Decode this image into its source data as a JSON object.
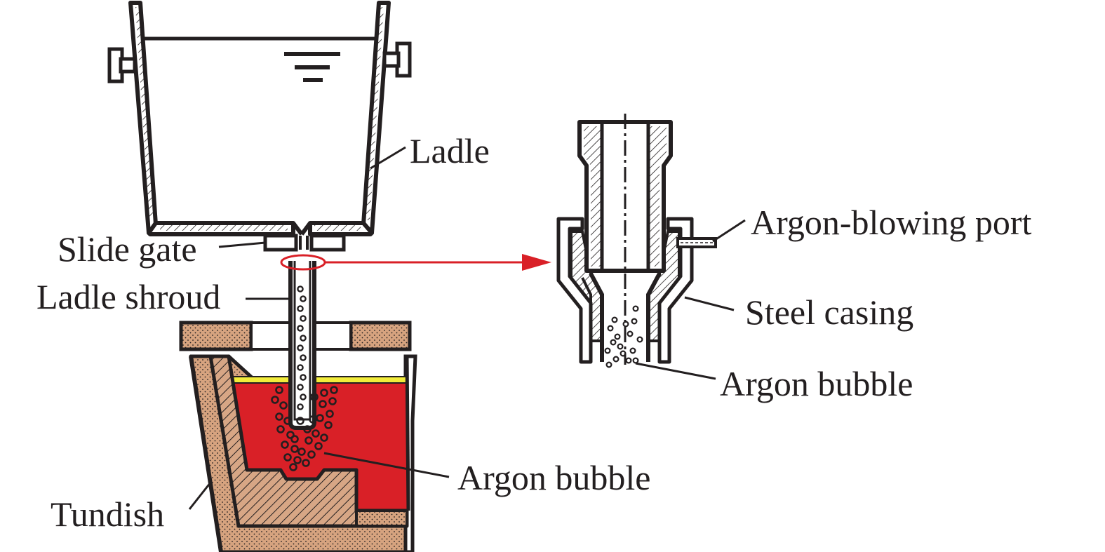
{
  "diagram": {
    "labels": {
      "ladle": "Ladle",
      "slide_gate": "Slide gate",
      "ladle_shroud": "Ladle shroud",
      "tundish": "Tundish",
      "argon_bubble_tundish": "Argon bubble",
      "argon_blowing_port": "Argon-blowing port",
      "steel_casing": "Steel casing",
      "argon_bubble_detail": "Argon bubble"
    },
    "colors": {
      "molten_steel": "#d92027",
      "slag_layer": "#f2ec3a",
      "refractory": "#d6a37f",
      "hatch_fill": "#d7a685",
      "callout_arrow": "#d92027",
      "outline": "#231f20"
    },
    "icons": {
      "liquid_level": "liquid-level-symbol",
      "callout": "red-ellipse-and-arrow"
    }
  }
}
